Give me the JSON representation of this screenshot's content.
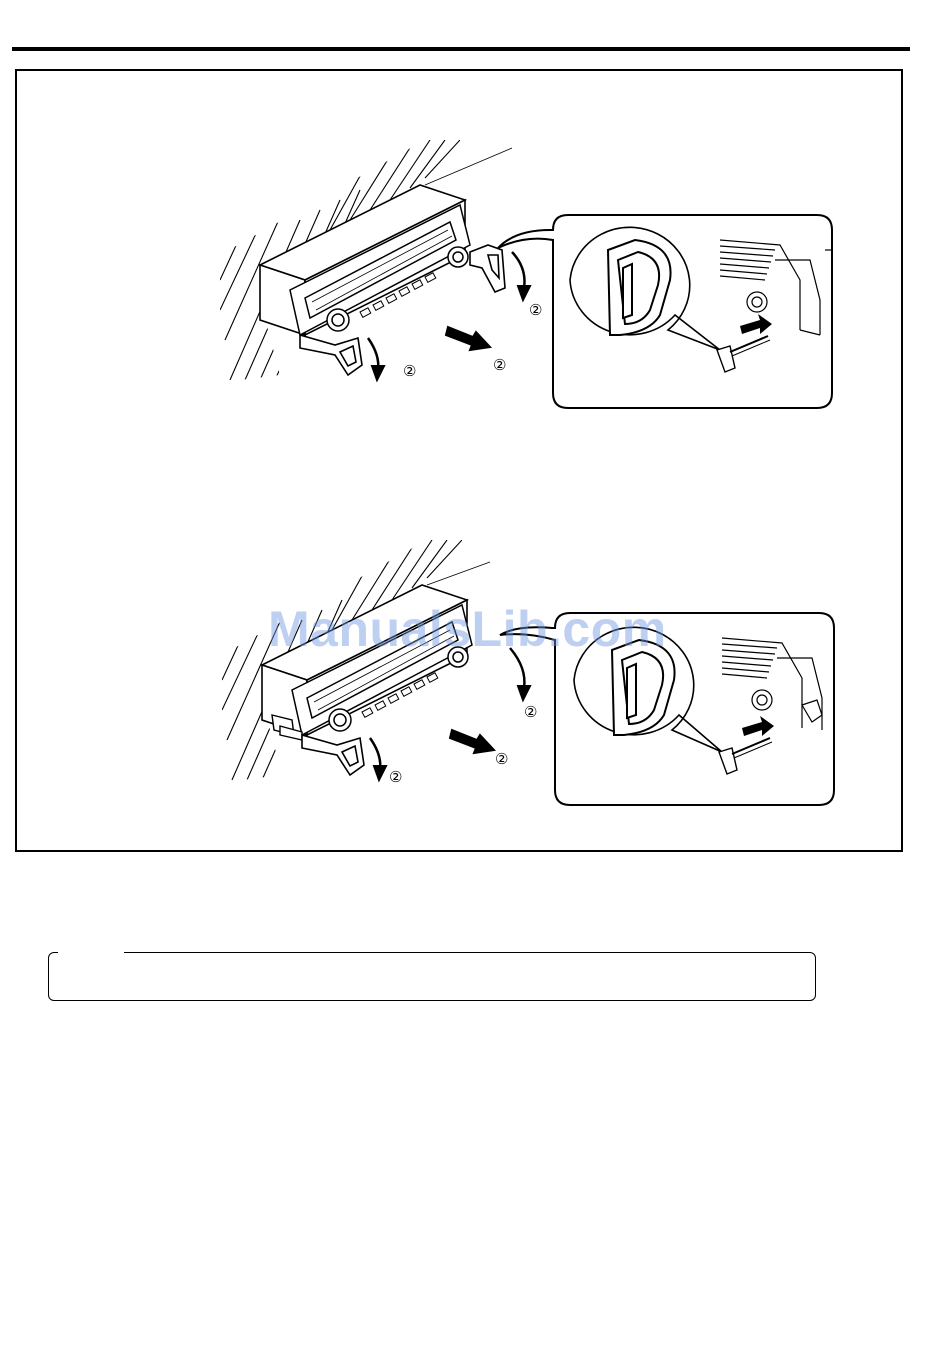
{
  "page": {
    "watermark": "ManualsLib.com",
    "step_marker": "②"
  },
  "figures": [
    {
      "id": "removal-standard",
      "step_labels": [
        "②",
        "②",
        "②"
      ]
    },
    {
      "id": "removal-with-bracket",
      "step_labels": [
        "②",
        "②",
        "②"
      ]
    }
  ],
  "note": {
    "text": ""
  }
}
